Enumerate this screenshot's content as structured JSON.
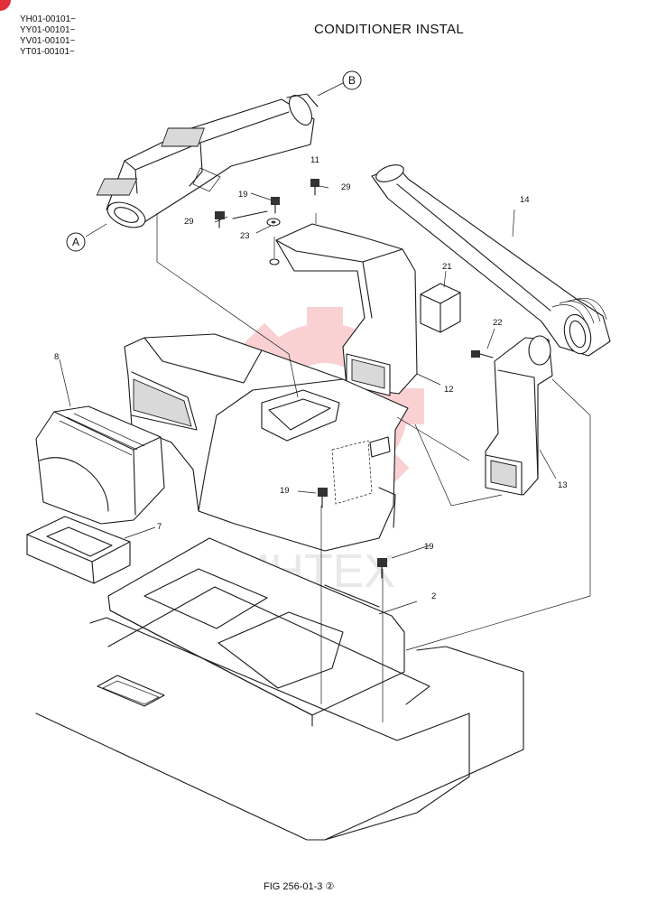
{
  "header": {
    "serials": [
      "YH01-00101~",
      "YY01-00101~",
      "YV01-00101~",
      "YT01-00101~"
    ],
    "title": "CONDITIONER INSTAL"
  },
  "callouts": {
    "a": "A",
    "b": "B"
  },
  "parts": {
    "p2": "2",
    "p7": "7",
    "p8": "8",
    "p11": "11",
    "p12": "12",
    "p13": "13",
    "p14": "14",
    "p19a": "19",
    "p19b": "19",
    "p19c": "19",
    "p21": "21",
    "p22": "22",
    "p23": "23",
    "p29a": "29",
    "p29b": "29"
  },
  "watermark": {
    "text": "ИНТЕХ",
    "color": "#e8333a"
  },
  "footer": {
    "figure": "FIG 256-01-3 ②"
  },
  "colors": {
    "badge": "#e0303a"
  }
}
